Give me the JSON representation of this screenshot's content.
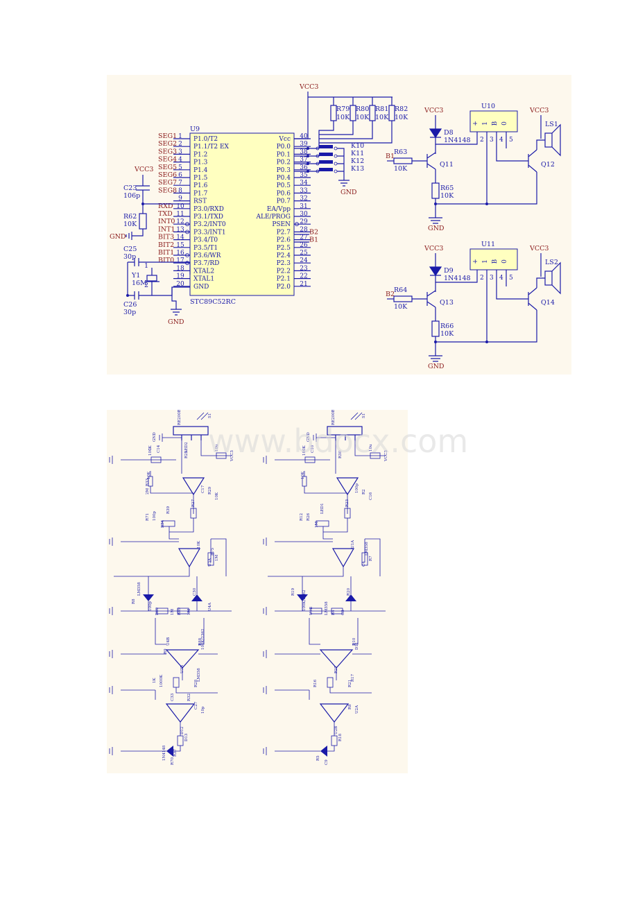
{
  "mcu": {
    "ref": "U9",
    "part": "STC89C52RC",
    "left_pins": [
      {
        "net": "SEG1",
        "num": "1",
        "name": "P1.0/T2"
      },
      {
        "net": "SEG2",
        "num": "2",
        "name": "P1.1/T2 EX"
      },
      {
        "net": "SEG3",
        "num": "3",
        "name": "P1.2"
      },
      {
        "net": "SEG4",
        "num": "4",
        "name": "P1.3"
      },
      {
        "net": "SEG5",
        "num": "5",
        "name": "P1.4"
      },
      {
        "net": "SEG6",
        "num": "6",
        "name": "P1.5"
      },
      {
        "net": "SEG7",
        "num": "7",
        "name": "P1.6"
      },
      {
        "net": "SEG8",
        "num": "8",
        "name": "P1.7"
      },
      {
        "net": "",
        "num": "9",
        "name": "RST"
      },
      {
        "net": "RXD",
        "num": "10",
        "name": "P3.0/RXD"
      },
      {
        "net": "TXD",
        "num": "11",
        "name": "P3.1/TXD"
      },
      {
        "net": "INT0",
        "num": "12",
        "name": "P3.2/INT0"
      },
      {
        "net": "INT1",
        "num": "13",
        "name": "P3.3/INT1"
      },
      {
        "net": "BIT3",
        "num": "14",
        "name": "P3.4/T0"
      },
      {
        "net": "BIT2",
        "num": "15",
        "name": "P3.5/T1"
      },
      {
        "net": "BIT1",
        "num": "16",
        "name": "P3.6/WR"
      },
      {
        "net": "BIT0",
        "num": "17",
        "name": "P3.7/RD"
      },
      {
        "net": "",
        "num": "18",
        "name": "XTAL2"
      },
      {
        "net": "",
        "num": "19",
        "name": "XTAL1"
      },
      {
        "net": "",
        "num": "20",
        "name": "GND"
      }
    ],
    "right_pins": [
      {
        "num": "40",
        "name": "Vcc",
        "net": ""
      },
      {
        "num": "39",
        "name": "P0.0",
        "net": ""
      },
      {
        "num": "38",
        "name": "P0.1",
        "net": ""
      },
      {
        "num": "37",
        "name": "P0.2",
        "net": ""
      },
      {
        "num": "36",
        "name": "P0.3",
        "net": ""
      },
      {
        "num": "35",
        "name": "P0.4",
        "net": ""
      },
      {
        "num": "34",
        "name": "P0.5",
        "net": ""
      },
      {
        "num": "33",
        "name": "P0.6",
        "net": ""
      },
      {
        "num": "32",
        "name": "P0.7",
        "net": ""
      },
      {
        "num": "31",
        "name": "EA/Vpp",
        "net": ""
      },
      {
        "num": "30",
        "name": "ALE/PROG",
        "net": ""
      },
      {
        "num": "29",
        "name": "PSEN",
        "net": ""
      },
      {
        "num": "28",
        "name": "P2.7",
        "net": "B2"
      },
      {
        "num": "27",
        "name": "P2.6",
        "net": "B1"
      },
      {
        "num": "26",
        "name": "P2.5",
        "net": ""
      },
      {
        "num": "25",
        "name": "P2.4",
        "net": ""
      },
      {
        "num": "24",
        "name": "P2.3",
        "net": ""
      },
      {
        "num": "23",
        "name": "P2.2",
        "net": ""
      },
      {
        "num": "22",
        "name": "P2.1",
        "net": ""
      },
      {
        "num": "21",
        "name": "P2.0",
        "net": ""
      }
    ]
  },
  "power": {
    "vcc": "VCC3",
    "gnd": "GND"
  },
  "reset": {
    "c_ref": "C23",
    "c_val": "106p",
    "r_ref": "R62",
    "r_val": "10K"
  },
  "crystal": {
    "c1_ref": "C25",
    "c1_val": "30p",
    "c2_ref": "C26",
    "c2_val": "30p",
    "y_ref": "Y1",
    "y_val": "16M",
    "y_pin1": "1",
    "y_pin2": "2"
  },
  "pullups": [
    {
      "ref": "R79",
      "val": "10K"
    },
    {
      "ref": "R80",
      "val": "10K"
    },
    {
      "ref": "R81",
      "val": "10K"
    },
    {
      "ref": "R82",
      "val": "10K"
    }
  ],
  "keys": [
    "K10",
    "K11",
    "K12",
    "K13"
  ],
  "relay_circuits": [
    {
      "u_ref": "U10",
      "d_ref": "D8",
      "d_val": "1N4148",
      "rb_ref": "R63",
      "rb_val": "10K",
      "re_ref": "R65",
      "re_val": "10K",
      "q1": "Q11",
      "q2": "Q12",
      "ls": "LS1",
      "in": "B1",
      "pins": [
        "+",
        "1",
        "B",
        "0"
      ],
      "pinnums": [
        "2",
        "3",
        "4",
        "5"
      ]
    },
    {
      "u_ref": "U11",
      "d_ref": "D9",
      "d_val": "1N4148",
      "rb_ref": "R64",
      "rb_val": "10K",
      "re_ref": "R66",
      "re_val": "10K",
      "q1": "Q13",
      "q2": "Q14",
      "ls": "LS2",
      "in": "B2",
      "pins": [
        "+",
        "1",
        "B",
        "0"
      ],
      "pinnums": [
        "2",
        "3",
        "4",
        "5"
      ]
    }
  ],
  "pir_left": {
    "sensor": "RE200B",
    "sw": "S1",
    "parts": [
      "R25",
      "100K",
      "C14",
      "10u",
      "R27",
      "10K",
      "R29",
      "10K",
      "C17",
      "100p",
      "R34",
      "10K",
      "R75",
      "1M",
      "U3A",
      "LM358",
      "C30",
      "100p",
      "R69",
      "1M",
      "R89",
      "1M",
      "R88",
      "100K/2362",
      "U3B",
      "LM358",
      "R28",
      "1000K",
      "C27",
      "10p",
      "D12",
      "D13",
      "1N4148",
      "R70",
      "R71",
      "R39",
      "R33",
      "2M",
      "R8",
      "U4A",
      "U4B",
      "R9",
      "R32",
      "C33",
      "1K",
      "R37",
      "LED2",
      "1"
    ]
  },
  "pir_right": {
    "sensor": "RE200B",
    "sw": "S1",
    "parts": [
      "R30",
      "100K",
      "C10",
      "10u",
      "R23",
      "10K",
      "R2",
      "C16",
      "100p",
      "R26",
      "1M",
      "U1A",
      "LM358",
      "R7",
      "C4",
      "R19",
      "R20",
      "100K/2362",
      "U1B",
      "LM358",
      "R4",
      "C3",
      "D10",
      "D11",
      "R27",
      "R17",
      "R21",
      "R16",
      "R8",
      "U2A",
      "U2B",
      "R18",
      "R5",
      "C9",
      "R12",
      "LED1"
    ]
  },
  "watermark": "www.bdocx.com"
}
